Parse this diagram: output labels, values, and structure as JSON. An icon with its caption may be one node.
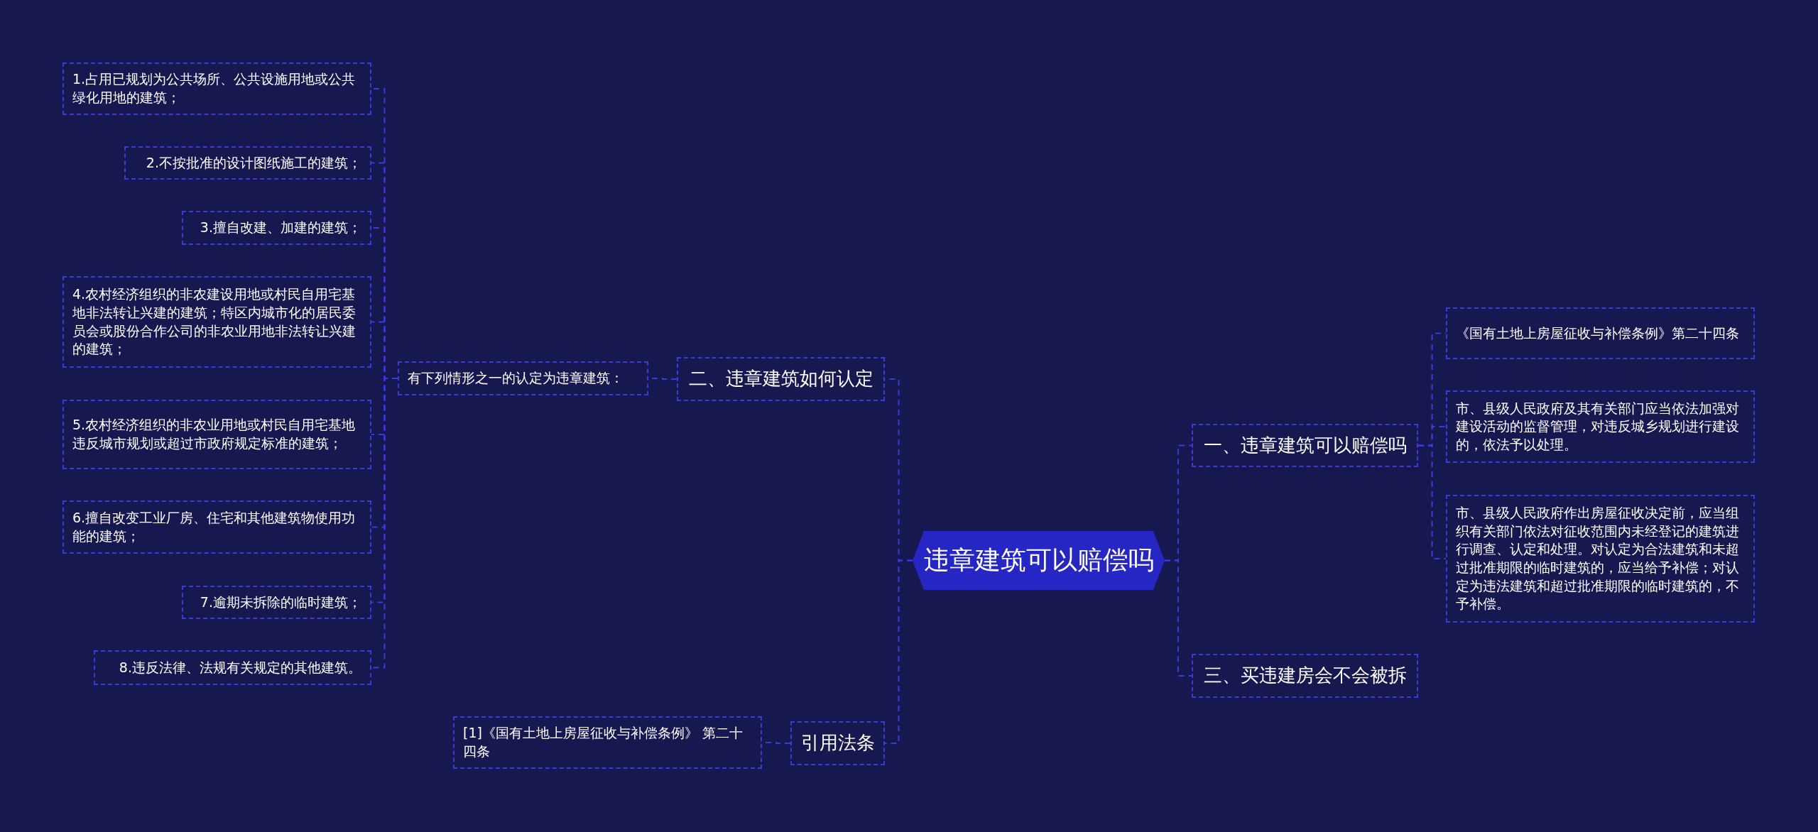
{
  "diagram": {
    "nodes": [
      {
        "text": [
          "违章建筑可以赔偿吗"
        ]
      },
      {
        "text": [
          "一、违章建筑可以赔偿吗"
        ]
      },
      {
        "text": [
          "《国有土地上房屋征收与补偿条例》第二十四条"
        ]
      },
      {
        "text": [
          "市、县级人民政府及其有关部门应当依法加强对建设活动的监督管理，对违反城乡规划进行建设的，依法予以处理。"
        ]
      },
      {
        "text": [
          "市、县级人民政府作出房屋征收决定前，应当组织有关部门依法对征收范围内未经登记的建筑进行调查、认定和处理。对认定为合法建筑和未超过批准期限的临时建筑的，应当给予补偿；对认定为违法建筑和超过批准期限的临时建筑的，不予补偿。"
        ]
      },
      {
        "text": [
          "二、违章建筑如何认定"
        ]
      },
      {
        "text": [
          "有下列情形之一的认定为违章建筑："
        ]
      },
      {
        "text": [
          "1.占用已规划为公共场所、公共设施用地或公共绿化用地的建筑；"
        ]
      },
      {
        "text": [
          "2.不按批准的设计图纸施工的建筑；"
        ]
      },
      {
        "text": [
          "3.擅自改建、加建的建筑；"
        ]
      },
      {
        "text": [
          "4.农村经济组织的非农建设用地或村民自用宅基地非法转让兴建的建筑；特区内城市化的居民委员会或股份合作公司的非农业用地非法转让兴建的建筑；"
        ]
      },
      {
        "text": [
          "5.农村经济组织的非农业用地或村民自用宅基地违反城市规划或超过市政府规定标准的建筑；"
        ]
      },
      {
        "text": [
          "6.擅自改变工业厂房、住宅和其他建筑物使用功能的建筑；"
        ]
      },
      {
        "text": [
          "7.逾期未拆除的临时建筑；"
        ]
      },
      {
        "text": [
          "8.违反法律、法规有关规定的其他建筑。"
        ]
      },
      {
        "text": [
          "三、买违建房会不会被拆"
        ]
      },
      {
        "text": [
          "引用法条"
        ]
      },
      {
        "text": [
          "[1]《国有土地上房屋征收与补偿条例》 第二十四条"
        ]
      }
    ],
    "edges": [
      {
        "from": 0,
        "to": 1,
        "arrow": "none"
      },
      {
        "from": 1,
        "to": 2,
        "arrow": "none"
      },
      {
        "from": 1,
        "to": 3,
        "arrow": "none"
      },
      {
        "from": 1,
        "to": 4,
        "arrow": "none"
      },
      {
        "from": 0,
        "to": 5,
        "arrow": "none"
      },
      {
        "from": 5,
        "to": 6,
        "arrow": "none"
      },
      {
        "from": 6,
        "to": 7,
        "arrow": "none"
      },
      {
        "from": 6,
        "to": 8,
        "arrow": "none"
      },
      {
        "from": 6,
        "to": 9,
        "arrow": "none"
      },
      {
        "from": 6,
        "to": 10,
        "arrow": "none"
      },
      {
        "from": 6,
        "to": 11,
        "arrow": "none"
      },
      {
        "from": 6,
        "to": 12,
        "arrow": "none"
      },
      {
        "from": 6,
        "to": 13,
        "arrow": "none"
      },
      {
        "from": 6,
        "to": 14,
        "arrow": "none"
      },
      {
        "from": 0,
        "to": 15,
        "arrow": "none"
      },
      {
        "from": 0,
        "to": 16,
        "arrow": "none"
      },
      {
        "from": 16,
        "to": 17,
        "arrow": "none"
      }
    ]
  }
}
